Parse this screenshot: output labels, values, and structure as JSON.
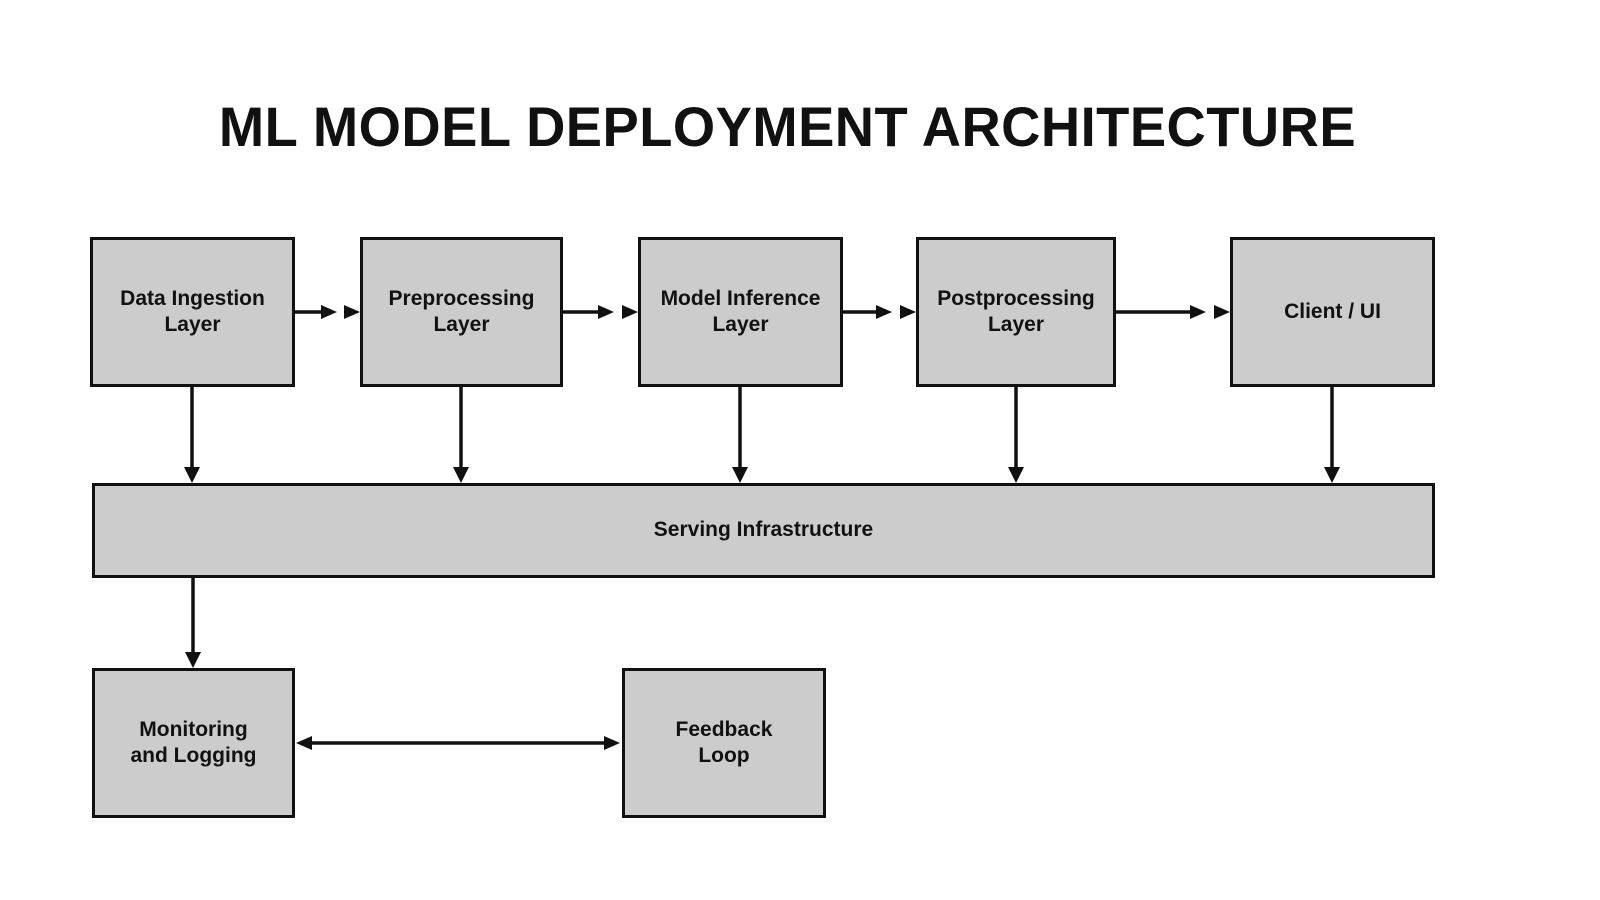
{
  "title": "ML MODEL DEPLOYMENT ARCHITECTURE",
  "colors": {
    "background": "#ffffff",
    "node-fill": "#cccccc",
    "node-border": "#111111",
    "arrow": "#111111",
    "text": "#111111"
  },
  "diagram": {
    "nodes": {
      "data_ingestion": {
        "lines": [
          "Data Ingestion",
          "Layer"
        ]
      },
      "preprocessing": {
        "lines": [
          "Preprocessing",
          "Layer"
        ]
      },
      "model_inference": {
        "lines": [
          "Model Inference",
          "Layer"
        ]
      },
      "postprocessing": {
        "lines": [
          "Postprocessing",
          "Layer"
        ]
      },
      "client_ui": {
        "lines": [
          "Client / UI"
        ]
      },
      "serving": {
        "lines": [
          "Serving Infrastructure"
        ]
      },
      "monitoring": {
        "lines": [
          "Monitoring",
          "and Logging"
        ]
      },
      "feedback": {
        "lines": [
          "Feedback",
          "Loop"
        ]
      }
    }
  }
}
